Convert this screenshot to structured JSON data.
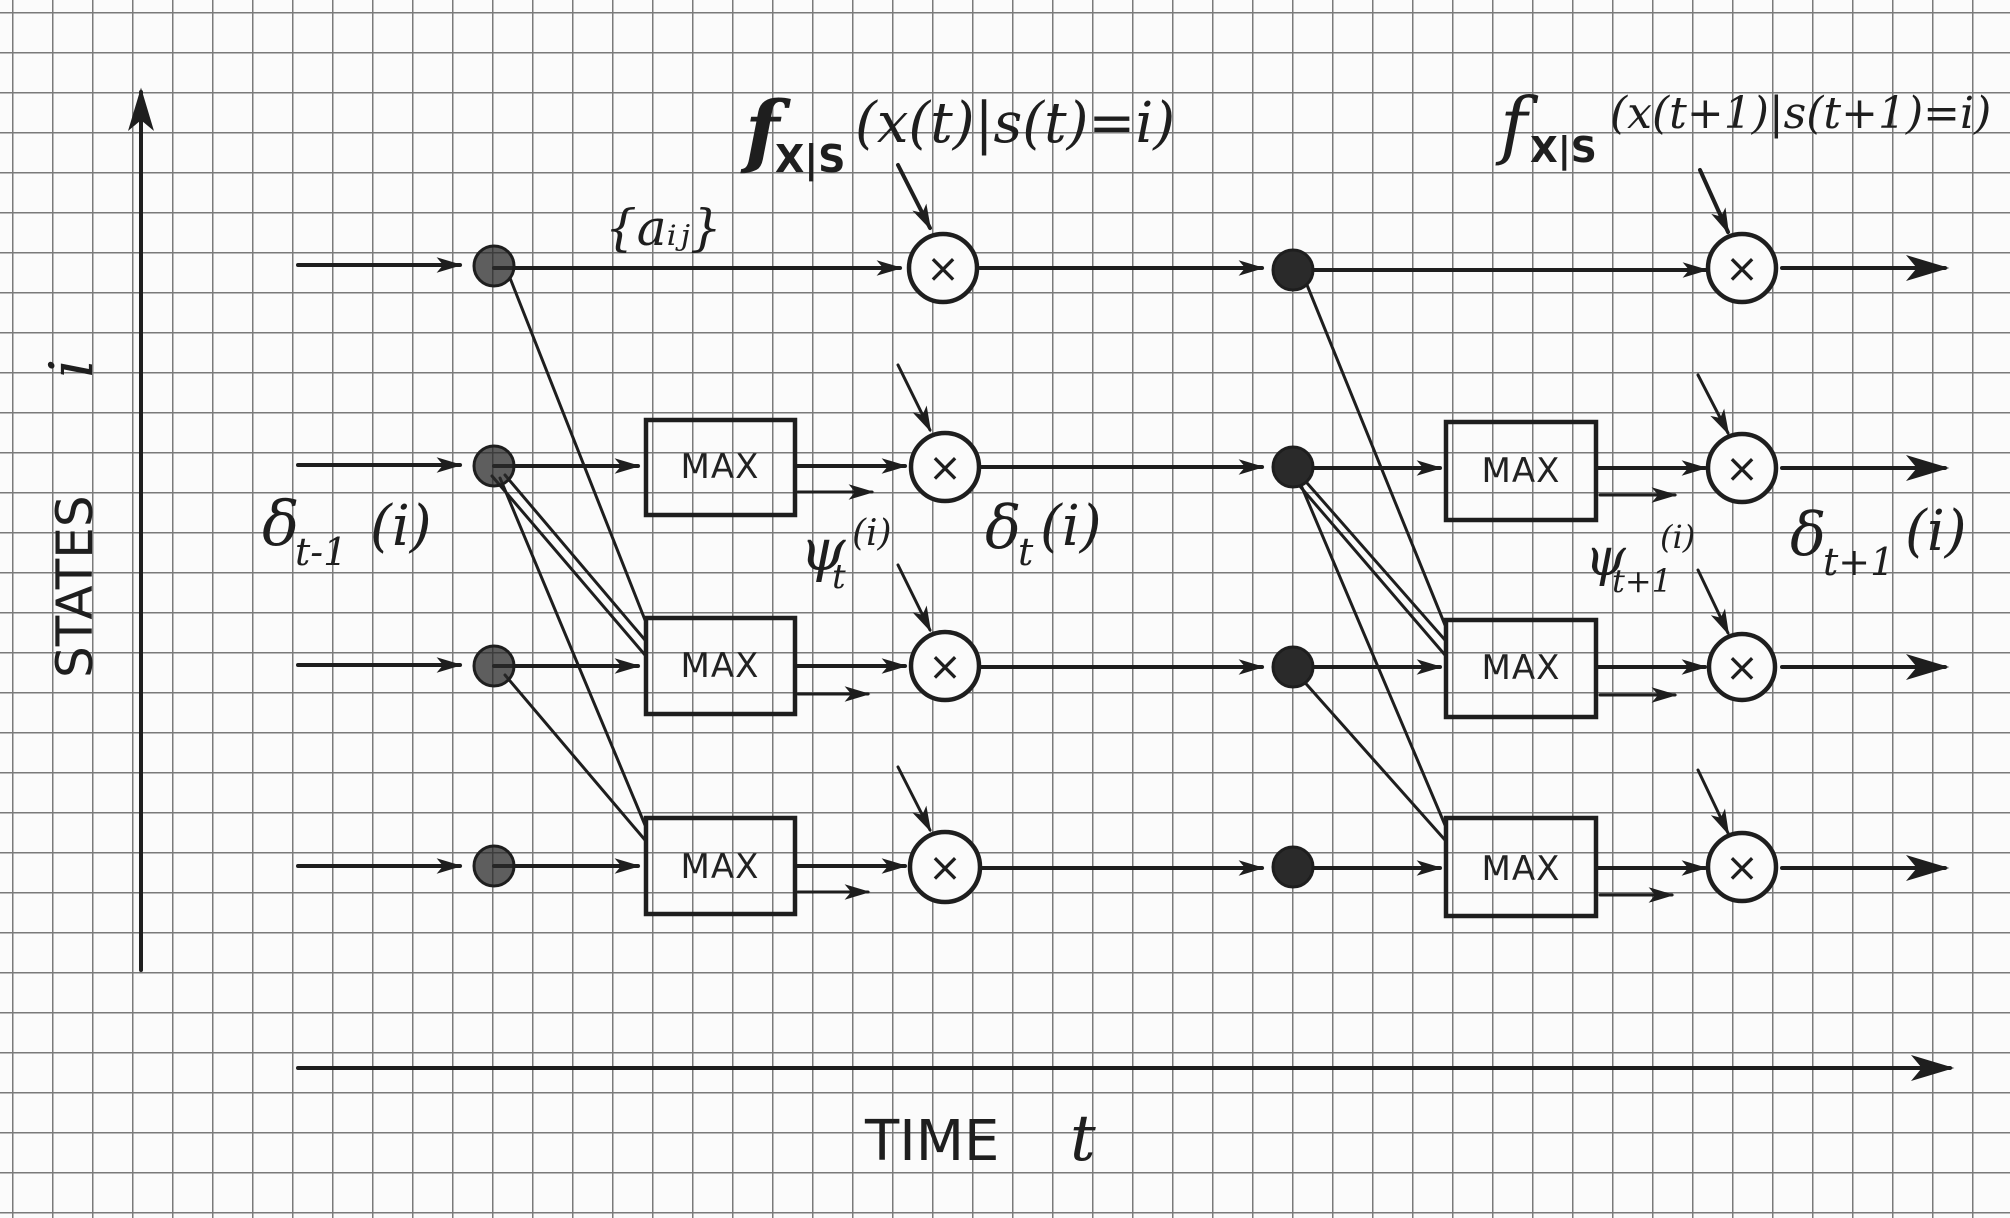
{
  "axes": {
    "y_label": "STATES",
    "y_symbol": "i",
    "x_label": "TIME",
    "x_symbol": "t"
  },
  "labels": {
    "transition": "{aᵢⱼ}",
    "emission_t": {
      "f": "f",
      "sub": "X|S",
      "arg": "(x(t)|s(t)=i)"
    },
    "emission_t1": {
      "f": "f",
      "sub": "X|S",
      "arg": "(x(t+1)|s(t+1)=i)"
    },
    "delta_prev": {
      "sym": "δ",
      "sub": "t-1",
      "arg": "(i)"
    },
    "delta_t": {
      "sym": "δ",
      "sub": "t",
      "arg": "(i)"
    },
    "delta_next": {
      "sym": "δ",
      "sub": "t+1",
      "arg": "(i)"
    },
    "psi_t": {
      "sym": "ψ",
      "sub": "t",
      "arg": "(i)"
    },
    "psi_t1": {
      "sym": "ψ",
      "sub": "t+1",
      "arg": "(i)"
    }
  },
  "max_label": "MAX",
  "multiply_symbol": "×"
}
